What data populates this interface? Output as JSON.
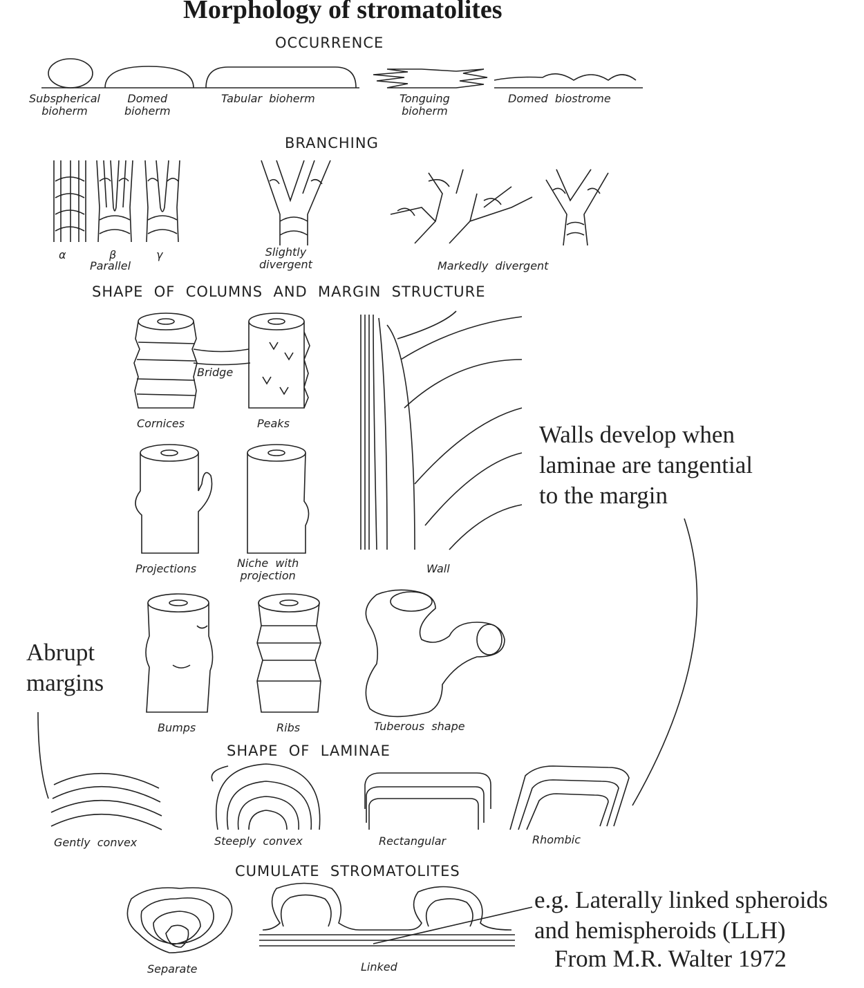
{
  "title": "Morphology of stromatolites",
  "sections": {
    "occurrence": "OCCURRENCE",
    "branching": "BRANCHING",
    "columns": "SHAPE  OF  COLUMNS  AND  MARGIN  STRUCTURE",
    "laminae": "SHAPE  OF  LAMINAE",
    "cumulate": "CUMULATE  STROMATOLITES"
  },
  "occurrence_labels": {
    "subspherical": "Subspherical\nbioherm",
    "domed": "Domed\nbioherm",
    "tabular": "Tabular  bioherm",
    "tonguing": "Tonguing\nbioherm",
    "biostrome": "Domed  biostrome"
  },
  "branching_labels": {
    "alpha": "α",
    "beta": "β",
    "gamma": "γ",
    "parallel": "Parallel",
    "slightly": "Slightly\ndivergent",
    "markedly": "Markedly  divergent"
  },
  "column_labels": {
    "bridge": "Bridge",
    "cornices": "Cornices",
    "peaks": "Peaks",
    "projections": "Projections",
    "niche": "Niche  with\nprojection",
    "wall": "Wall",
    "bumps": "Bumps",
    "ribs": "Ribs",
    "tuberous": "Tuberous  shape"
  },
  "laminae_labels": {
    "gently": "Gently  convex",
    "steeply": "Steeply  convex",
    "rectangular": "Rectangular",
    "rhombic": "Rhombic"
  },
  "cumulate_labels": {
    "separate": "Separate",
    "linked": "Linked"
  },
  "annotations": {
    "walls": "Walls develop when\nlaminae are tangential\nto the margin",
    "abrupt": "Abrupt\nmargins",
    "llh": "e.g. Laterally linked spheroids\nand hemispheroids (LLH)",
    "source": "From M.R. Walter 1972"
  }
}
